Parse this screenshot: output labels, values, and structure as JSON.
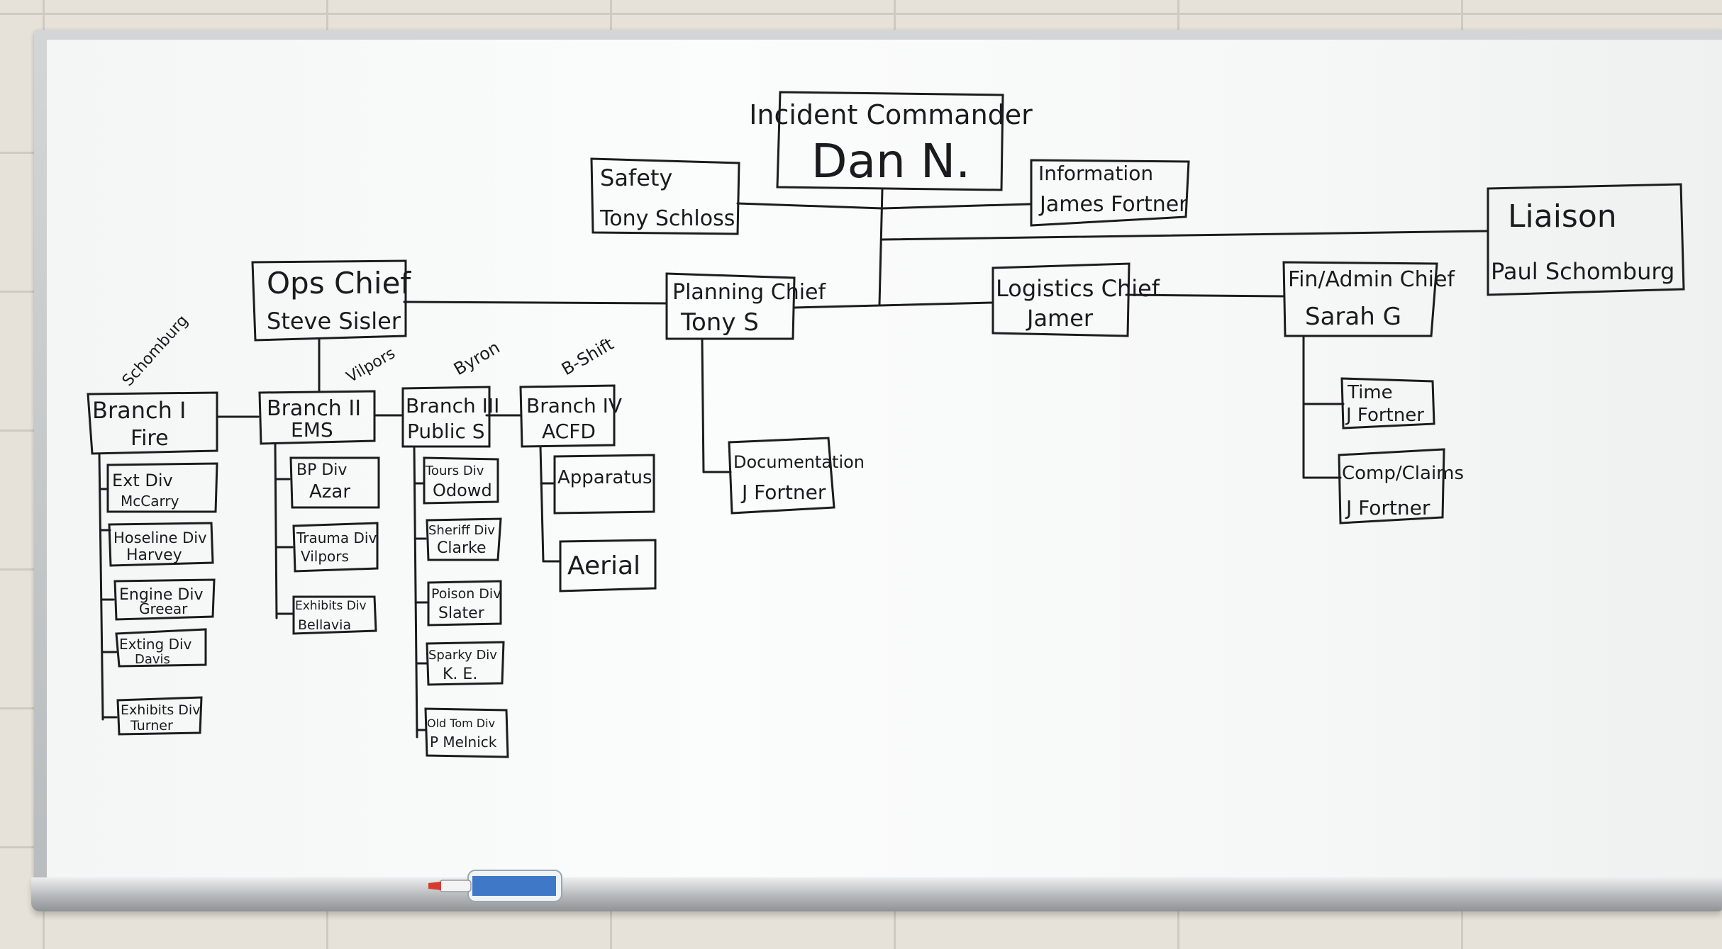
{
  "org_chart": {
    "incident_commander": {
      "role": "Incident Commander",
      "name": "Dan N."
    },
    "safety": {
      "role": "Safety",
      "name": "Tony Schloss"
    },
    "information": {
      "role": "Information",
      "name": "James Fortner"
    },
    "liaison": {
      "role": "Liaison",
      "name": "Paul Schomburg"
    },
    "ops_chief": {
      "role": "Ops Chief",
      "name": "Steve Sisler"
    },
    "planning_chief": {
      "role": "Planning Chief",
      "name": "Tony S"
    },
    "logistics_chief": {
      "role": "Logistics Chief",
      "name": "Jamer"
    },
    "fin_admin_chief": {
      "role": "Fin/Admin Chief",
      "name": "Sarah G"
    },
    "documentation": {
      "role": "Documentation",
      "name": "J Fortner"
    },
    "time": {
      "role": "Time",
      "name": "J Fortner"
    },
    "comp_claims": {
      "role": "Comp/Claims",
      "name": "J Fortner"
    },
    "branches": [
      {
        "title": "Branch I",
        "sub": "Fire",
        "note": "Schomburg",
        "divisions": [
          {
            "line1": "Ext Div",
            "line2": "McCarry"
          },
          {
            "line1": "Hoseline Div",
            "line2": "Harvey"
          },
          {
            "line1": "Engine Div",
            "line2": "Greear"
          },
          {
            "line1": "Exting Div",
            "line2": "Davis"
          },
          {
            "line1": "Exhibits Div",
            "line2": "Turner"
          }
        ]
      },
      {
        "title": "Branch II",
        "sub": "EMS",
        "note": "Vilpors",
        "divisions": [
          {
            "line1": "BP Div",
            "line2": "Azar"
          },
          {
            "line1": "Trauma Div",
            "line2": "Vilpors"
          },
          {
            "line1": "Exhibits Div",
            "line2": "Bellavia"
          }
        ]
      },
      {
        "title": "Branch III",
        "sub": "Public S",
        "note": "Byron",
        "divisions": [
          {
            "line1": "Tours Div",
            "line2": "Odowd"
          },
          {
            "line1": "Sheriff Div",
            "line2": "Clarke"
          },
          {
            "line1": "Poison Div",
            "line2": "Slater"
          },
          {
            "line1": "Sparky Div",
            "line2": "K. E."
          },
          {
            "line1": "Old Tom Div",
            "line2": "P Melnick"
          }
        ]
      },
      {
        "title": "Branch IV",
        "sub": "ACFD",
        "note": "B-Shift",
        "divisions": [
          {
            "line1": "Apparatus",
            "line2": ""
          },
          {
            "line1": "Aerial",
            "line2": ""
          }
        ]
      }
    ]
  }
}
